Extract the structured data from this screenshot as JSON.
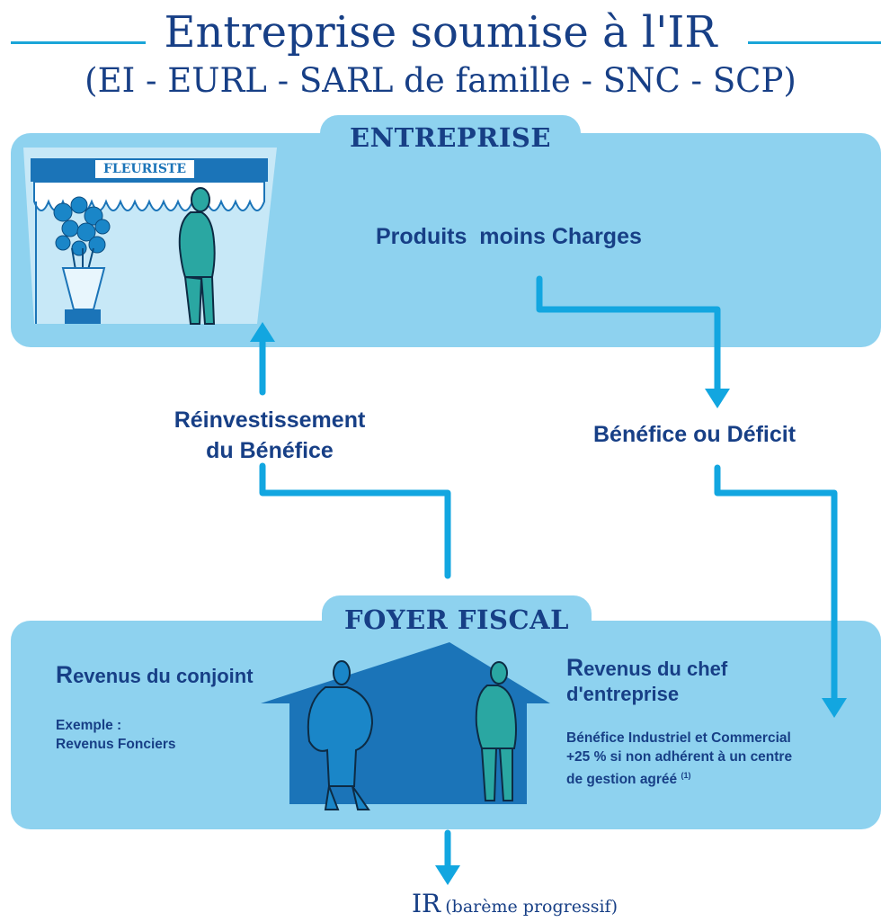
{
  "header": {
    "title": "Entreprise soumise à l'IR",
    "subtitle": "(EI - EURL - SARL de famille - SNC - SCP)"
  },
  "entreprise": {
    "tab_label": "ENTREPRISE",
    "shop_sign": "FLEURISTE",
    "produits_charges": "Produits  moins Charges"
  },
  "flow": {
    "reinvest_line1": "Réinvestissement",
    "reinvest_line2": "du Bénéfice",
    "benefice_deficit": "Bénéfice ou Déficit"
  },
  "foyer": {
    "tab_label": "FOYER FISCAL",
    "conjoint": {
      "title_initial": "R",
      "title_rest": "evenus du conjoint",
      "example_line1": "Exemple :",
      "example_line2": "Revenus Fonciers"
    },
    "chef": {
      "title_initial": "R",
      "title_line1_rest": "evenus du chef",
      "title_line2": "d'entreprise",
      "detail_line1": "Bénéfice Industriel et Commercial",
      "detail_line2": "+25 % si non adhérent à un centre",
      "detail_line3": "de gestion agréé",
      "footnote": "(1)"
    }
  },
  "bottom": {
    "ir": "IR",
    "bareme": "(barème progressif)"
  },
  "colors": {
    "panel": "#8ed2ef",
    "text": "#173f86",
    "arrow": "#12a6e0",
    "house": "#1b74b8",
    "figure": "#2aa7a2"
  }
}
